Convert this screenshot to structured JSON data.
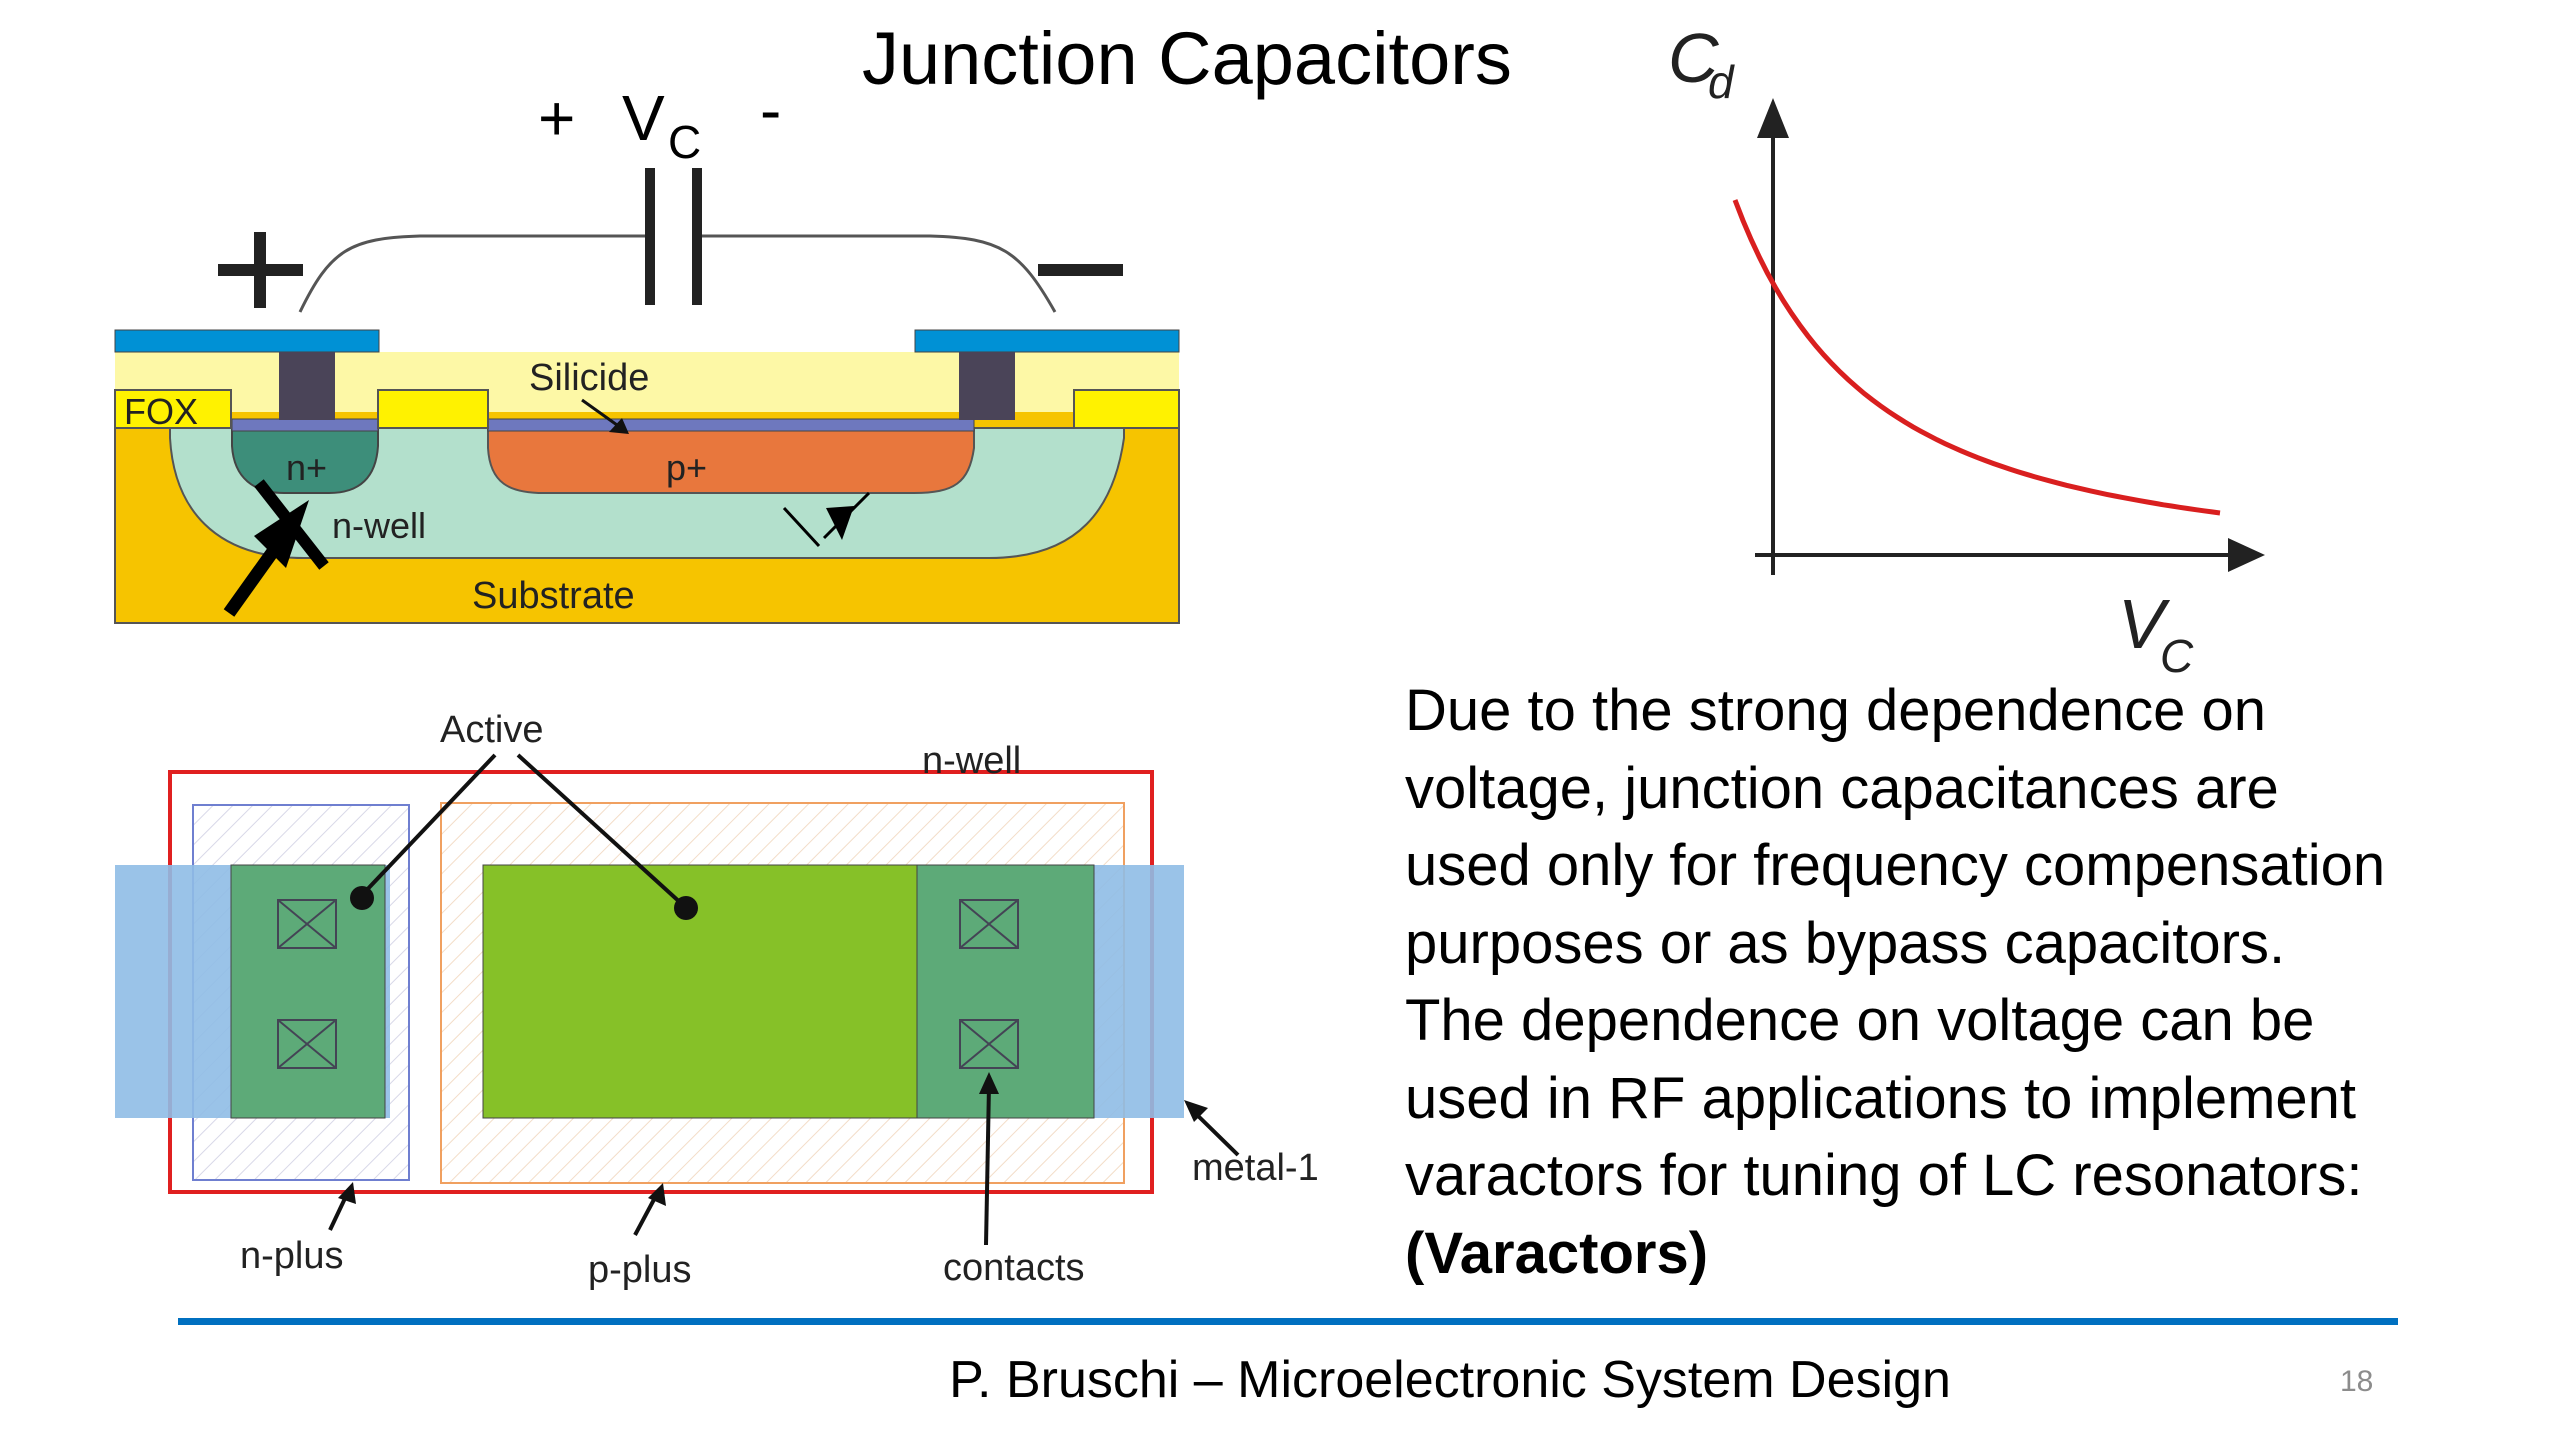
{
  "slide": {
    "title": "Junction Capacitors",
    "page_number": "18",
    "footer": "P. Bruschi – Microelectronic System Design",
    "accent_color": "#0070C0"
  },
  "circuit": {
    "vc_plus": "+",
    "vc_label": "V",
    "vc_subscript": "C",
    "vc_minus": "-",
    "terminal_plus": "+",
    "terminal_minus": "−"
  },
  "cross_section": {
    "labels": {
      "silicide": "Silicide",
      "fox": "FOX",
      "n_plus": "n+",
      "p_plus": "p+",
      "n_well": "n-well",
      "substrate": "Substrate"
    },
    "colors": {
      "metal": "#0091D5",
      "oxide": "#FDF8A6",
      "contact": "#4A4458",
      "fox": "#FFF200",
      "silicide": "#6E78BE",
      "n_plus": "#3D8E7A",
      "p_plus": "#E8773D",
      "n_well": "#B3E0CC",
      "substrate": "#F6C400"
    }
  },
  "graph": {
    "y_label": "C",
    "y_subscript": "d",
    "x_label": "V",
    "x_subscript": "C",
    "curve_color": "#D91F1F",
    "description": "C_d decreases monotonically as V_C increases"
  },
  "layout_diagram": {
    "labels": {
      "active": "Active",
      "n_well": "n-well",
      "metal_1": "metal-1",
      "n_plus": "n-plus",
      "p_plus": "p-plus",
      "contacts": "contacts"
    },
    "colors": {
      "n_well_outline": "#E02020",
      "n_plus_outline": "#6F7FD0",
      "p_plus_outline": "#F0A060",
      "metal_1": "#8FBDE6",
      "active_contact_region": "#5DAA78",
      "active_p": "#86C128"
    }
  },
  "body": {
    "lines": [
      "Due to the strong dependence on",
      "voltage, junction capacitances are",
      "used only for frequency compensation",
      "purposes or as bypass capacitors.",
      "The dependence on voltage can be",
      "used in RF applications to implement",
      "varactors for tuning of LC resonators:"
    ],
    "emphasis": "(Varactors)"
  }
}
